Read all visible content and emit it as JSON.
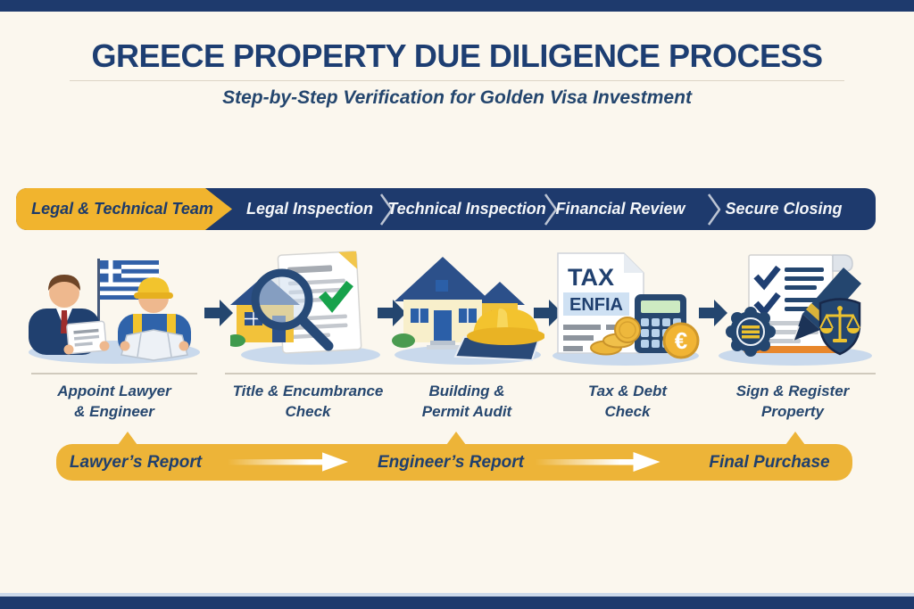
{
  "colors": {
    "navy": "#1e3a6d",
    "yellow": "#f1b42e",
    "background": "#fbf7ee",
    "shadow_blue": "#c9d9ec",
    "green_check": "#17a24b"
  },
  "header": {
    "title": "GREECE PROPERTY DUE DILIGENCE PROCESS",
    "subtitle": "Step-by-Step Verification for Golden Visa Investment"
  },
  "stage_bar": {
    "stages": [
      {
        "label": "Legal & Technical Team",
        "active": true
      },
      {
        "label": "Legal Inspection",
        "active": false
      },
      {
        "label": "Technical Inspection",
        "active": false
      },
      {
        "label": "Financial Review",
        "active": false
      },
      {
        "label": "Secure Closing",
        "active": false
      }
    ]
  },
  "steps": [
    {
      "icon": "lawyer-and-engineer-with-greek-flag-illustration",
      "label_line1": "Appoint Lawyer",
      "label_line2": "& Engineer"
    },
    {
      "icon": "house-document-magnifier-check-illustration",
      "label_line1": "Title & Encumbrance",
      "label_line2": "Check"
    },
    {
      "icon": "house-with-hard-hat-illustration",
      "label_line1": "Building &",
      "label_line2": "Permit Audit"
    },
    {
      "icon": "tax-document-calculator-coins-illustration",
      "doc_title": "TAX",
      "doc_label": "ENFIA",
      "currency_symbol": "€",
      "label_line1": "Tax & Debt",
      "label_line2": "Check"
    },
    {
      "icon": "contract-pen-seal-scales-shield-illustration",
      "label_line1": "Sign & Register",
      "label_line2": "Property"
    }
  ],
  "timeline": {
    "milestones": [
      {
        "label": "Lawyer’s Report"
      },
      {
        "label": "Engineer’s Report"
      },
      {
        "label": "Final Purchase"
      }
    ]
  }
}
